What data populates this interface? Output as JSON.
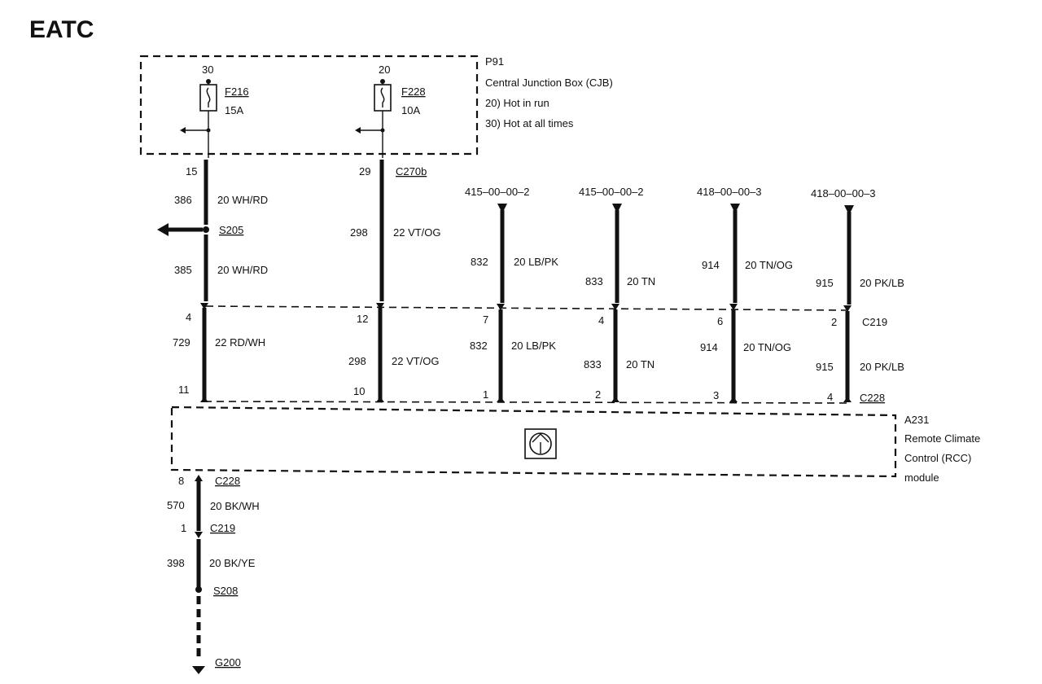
{
  "title": "EATC",
  "cjb": {
    "id": "P91",
    "name": "Central Junction Box (CJB)",
    "note_20": "20)  Hot in run",
    "note_30": "30)  Hot at all times",
    "fuse_a": {
      "pin": "30",
      "name": "F216",
      "rating": "15A"
    },
    "fuse_b": {
      "pin": "20",
      "name": "F228",
      "rating": "10A"
    }
  },
  "left_wire": {
    "pin_top": "15",
    "circ_a": "386",
    "color_a": "20 WH/RD",
    "splice": "S205",
    "circ_b": "385",
    "color_b": "20 WH/RD",
    "pin_mid": "4",
    "circ_c": "729",
    "color_c": "22 RD/WH",
    "pin_bot": "11"
  },
  "wire2": {
    "pin_top": "29",
    "connector": "C270b",
    "circ_a": "298",
    "color_a": "22 VT/OG",
    "pin_mid": "12",
    "circ_b": "298",
    "color_b": "22 VT/OG",
    "pin_bot": "10"
  },
  "refs": [
    "415–00–00–2",
    "415–00–00–2",
    "418–00–00–3",
    "418–00–00–3"
  ],
  "wires_right": [
    {
      "circ": "832",
      "color": "20 LB/PK",
      "pin_mid": "7",
      "pin_bot": "1"
    },
    {
      "circ": "833",
      "color": "20 TN",
      "pin_mid": "4",
      "pin_bot": "2"
    },
    {
      "circ": "914",
      "color": "20 TN/OG",
      "pin_mid": "6",
      "pin_bot": "3"
    },
    {
      "circ": "915",
      "color": "20 PK/LB",
      "pin_mid": "2",
      "pin_bot": "4"
    }
  ],
  "connectors": {
    "c219": "C219",
    "c228": "C228"
  },
  "module": {
    "id": "A231",
    "line1": "Remote Climate",
    "line2": "Control (RCC)",
    "line3": "module"
  },
  "ground": {
    "pin_top": "8",
    "conn_top": "C228",
    "circ_a": "570",
    "color_a": "20 BK/WH",
    "pin_mid": "1",
    "conn_mid": "C219",
    "circ_b": "398",
    "color_b": "20 BK/YE",
    "splice": "S208",
    "ground": "G200"
  }
}
